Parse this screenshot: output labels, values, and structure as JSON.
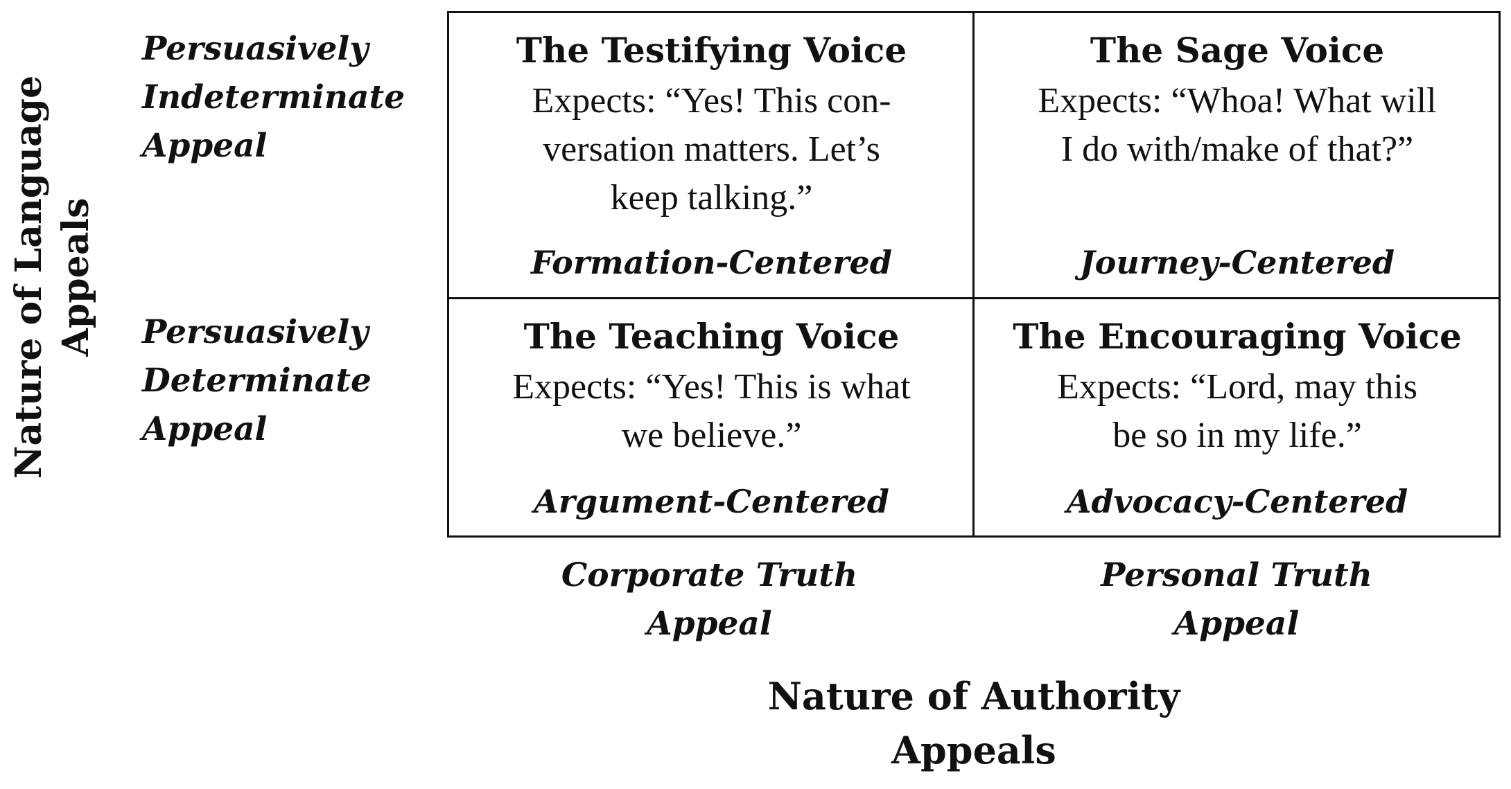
{
  "y_axis": {
    "title_lines": [
      "Nature of Language",
      "Appeals"
    ]
  },
  "x_axis": {
    "title_lines": [
      "Nature of Authority",
      "Appeals"
    ]
  },
  "rows": [
    {
      "label_lines": [
        "Persuasively",
        "Indeterminate",
        "Appeal"
      ]
    },
    {
      "label_lines": [
        "Persuasively",
        "Determinate",
        "Appeal"
      ]
    }
  ],
  "columns": [
    {
      "label_lines": [
        "Corporate Truth",
        "Appeal"
      ]
    },
    {
      "label_lines": [
        "Personal Truth",
        "Appeal"
      ]
    }
  ],
  "cells": [
    {
      "voice": "The Testifying Voice",
      "expects_lines": [
        "Expects: “Yes! This con-",
        "versation matters. Let’s",
        "keep talking.”"
      ],
      "centered": "Formation-Centered"
    },
    {
      "voice": "The Sage Voice",
      "expects_lines": [
        "Expects: “Whoa! What will",
        "I do with/make of that?”"
      ],
      "centered": "Journey-Centered"
    },
    {
      "voice": "The Teaching Voice",
      "expects_lines": [
        "Expects: “Yes! This is what",
        "we believe.”"
      ],
      "centered": "Argument-Centered"
    },
    {
      "voice": "The Encouraging Voice",
      "expects_lines": [
        "Expects: “Lord, may this",
        "be so in my life.”"
      ],
      "centered": "Advocacy-Centered"
    }
  ],
  "colors": {
    "text": "#111111",
    "border": "#111111",
    "background": "#ffffff"
  }
}
